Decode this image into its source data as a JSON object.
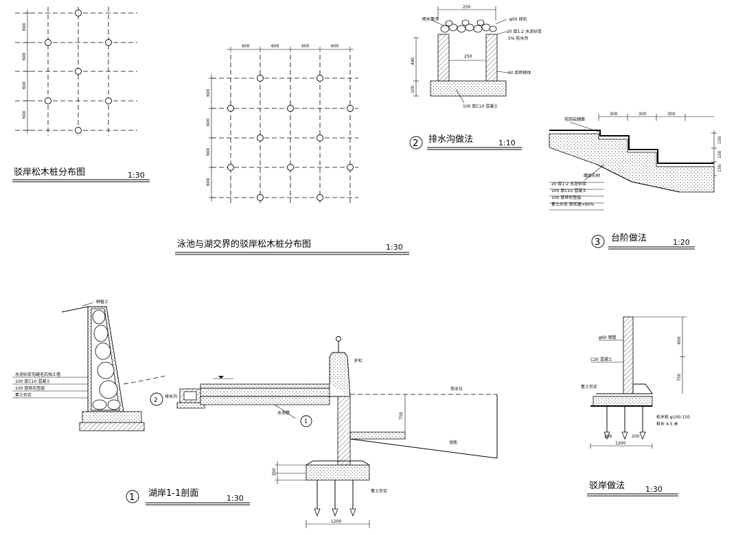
{
  "drawings": {
    "pile_layout_a": {
      "title": "驳岸松木桩分布图",
      "scale": "1:30",
      "dims": [
        "600",
        "600",
        "600",
        "600"
      ]
    },
    "pile_layout_b": {
      "title": "泳池与湖交界的驳岸松木桩分布图",
      "scale": "1:30",
      "dims_top": [
        "600",
        "600",
        "600",
        "600"
      ],
      "dims_left": [
        "600",
        "600",
        "600",
        "600"
      ]
    },
    "drain": {
      "number": "2",
      "title": "排水沟做法",
      "scale": "1:10",
      "dims": [
        "250",
        "250",
        "440",
        "100"
      ],
      "labels": [
        "雨水篦子",
        "φ50 排石",
        "20 厚1:2 水泥砂浆",
        "5% 防水剂",
        "60 厚砖砌体",
        "100 厚C10 混凝土"
      ]
    },
    "step": {
      "number": "3",
      "title": "台阶做法",
      "scale": "1:20",
      "dims": [
        "300",
        "300",
        "300",
        "150",
        "150",
        "150"
      ],
      "labels": [
        "花岗岩踏面",
        "面层石材",
        "20 厚1:2 水泥砂浆",
        "100 厚C10 混凝土",
        "100 厚碎石垫层",
        "素土夯实 密实度>90%"
      ]
    },
    "lake_section": {
      "number": "1",
      "title": "湖岸1-1剖面",
      "scale": "1:30",
      "labels": [
        "种植土",
        "水泥砂浆勾缝毛石挡土墙",
        "100 厚C10 混凝土",
        "100 厚碎石垫层",
        "素土夯实",
        "排水沟",
        "护栏",
        "水池壁",
        "常水位",
        "池底",
        "素土夯实"
      ],
      "dims": [
        "750",
        "350",
        "1200"
      ]
    },
    "revetment": {
      "title": "驳岸做法",
      "scale": "1:30",
      "dims": [
        "600",
        "1200",
        "750",
        "200",
        "200"
      ],
      "labels": [
        "φ60 钢管",
        "C20 混凝土",
        "素土夯实",
        "松木桩 φ100-150",
        "桩长 4-5 米"
      ]
    }
  }
}
